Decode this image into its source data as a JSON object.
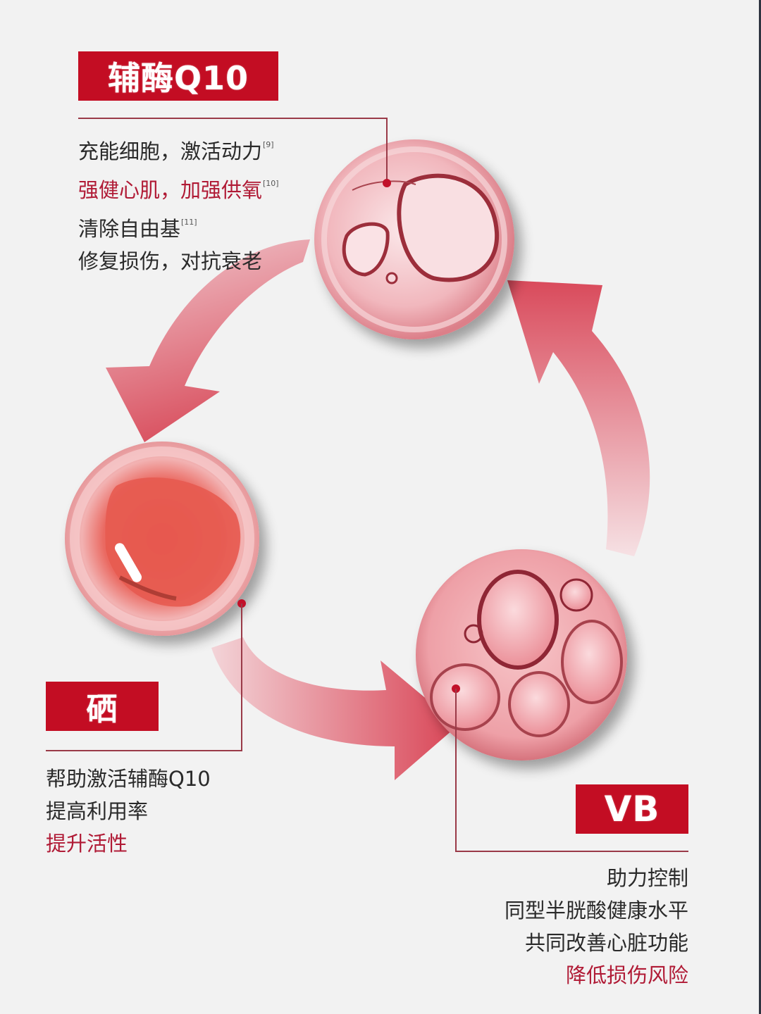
{
  "colors": {
    "background": "#f2f2f2",
    "tag_red": "#c30d23",
    "accent_text": "#b01a35",
    "body_text": "#2a2a2a",
    "connector": "#9a3a48"
  },
  "diagram": {
    "type": "cycle",
    "arrows": [
      {
        "from": "coq10",
        "to": "selenium",
        "icon": "curved-arrow-down-left"
      },
      {
        "from": "selenium",
        "to": "vitamin_b",
        "icon": "curved-arrow-right"
      },
      {
        "from": "vitamin_b",
        "to": "coq10",
        "icon": "curved-arrow-up-left"
      }
    ]
  },
  "nodes": {
    "coq10": {
      "tag": "辅酶Q10",
      "lines": [
        {
          "text": "充能细胞，激活动力",
          "ref": "[9]",
          "accent": false
        },
        {
          "text": "强健心肌，加强供氧",
          "ref": "[10]",
          "accent": true
        },
        {
          "text": "清除自由基",
          "ref": "[11]",
          "accent": false
        },
        {
          "text": "修复损伤，对抗衰老",
          "ref": "",
          "accent": false
        }
      ],
      "image": "cell-illustration-coq10"
    },
    "selenium": {
      "tag": "硒",
      "lines": [
        {
          "text": "帮助激活辅酶Q10",
          "accent": false
        },
        {
          "text": "提高利用率",
          "accent": false
        },
        {
          "text": "提升活性",
          "accent": true
        }
      ],
      "image": "cell-illustration-selenium"
    },
    "vitamin_b": {
      "tag": "VB",
      "lines": [
        {
          "text": "助力控制",
          "accent": false
        },
        {
          "text": "同型半胱酸健康水平",
          "accent": false
        },
        {
          "text": "共同改善心脏功能",
          "accent": false
        },
        {
          "text": "降低损伤风险",
          "accent": true
        }
      ],
      "image": "cell-illustration-vitamin-b"
    }
  }
}
